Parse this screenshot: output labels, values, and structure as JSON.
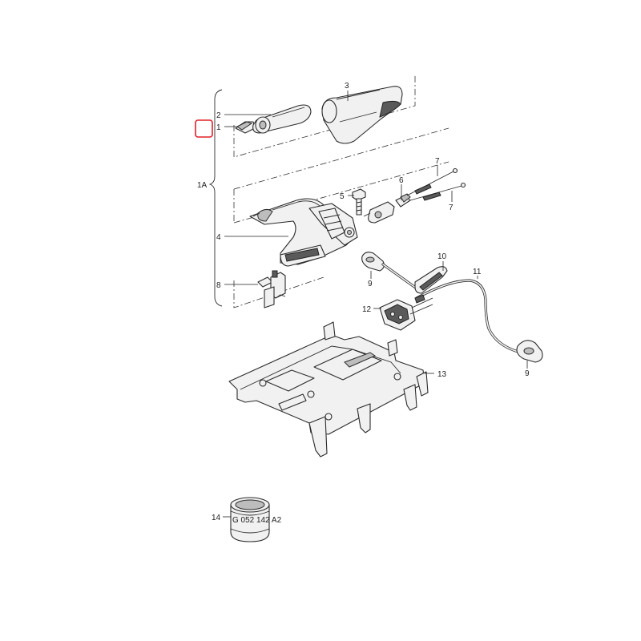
{
  "diagram": {
    "callouts": {
      "c1": "1",
      "c1a": "1A",
      "c2": "2",
      "c3": "3",
      "c4": "4",
      "c5": "5",
      "c6": "6",
      "c7a": "7",
      "c7b": "7",
      "c8": "8",
      "c9a": "9",
      "c9b": "9",
      "c10": "10",
      "c11": "11",
      "c12": "12",
      "c13": "13",
      "c14": "14"
    },
    "part14_marking": "G 052 142 A2"
  },
  "colors": {
    "selection_box": "#e0202a",
    "line": "#2b2b2b",
    "background": "#ffffff"
  }
}
